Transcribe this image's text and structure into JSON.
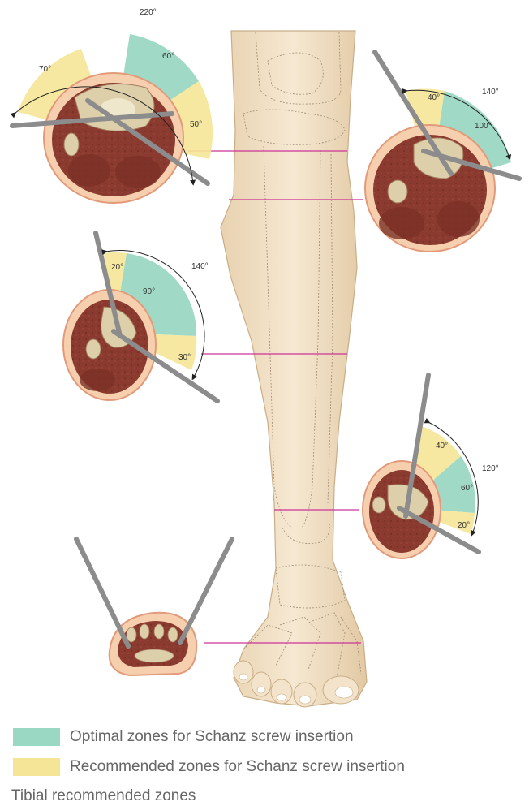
{
  "colors": {
    "optimal": "#9bd8c4",
    "recommended": "#f5e596",
    "skin": "#f2dfc4",
    "muscle": "#8a3a2e",
    "guide_line": "#cc3399",
    "screw": "#9a9a9a"
  },
  "sections": [
    {
      "name": "proximal-tibia",
      "angles": {
        "total": "220°",
        "recommended_a": "70°",
        "optimal": "60°",
        "recommended_b": "50°"
      }
    },
    {
      "name": "upper-shaft",
      "angles": {
        "total": "140°",
        "recommended": "40°",
        "optimal": "100°"
      }
    },
    {
      "name": "mid-shaft",
      "angles": {
        "total": "140°",
        "recommended_a": "20°",
        "optimal": "90°",
        "recommended_b": "30°"
      }
    },
    {
      "name": "distal-tibia",
      "angles": {
        "total": "120°",
        "recommended_a": "40°",
        "optimal": "60°",
        "recommended_b": "20°"
      }
    },
    {
      "name": "foot"
    }
  ],
  "legend": {
    "optimal_label": "Optimal zones for Schanz screw insertion",
    "recommended_label": "Recommended zones for Schanz screw insertion"
  },
  "caption": "Tibial recommended zones"
}
